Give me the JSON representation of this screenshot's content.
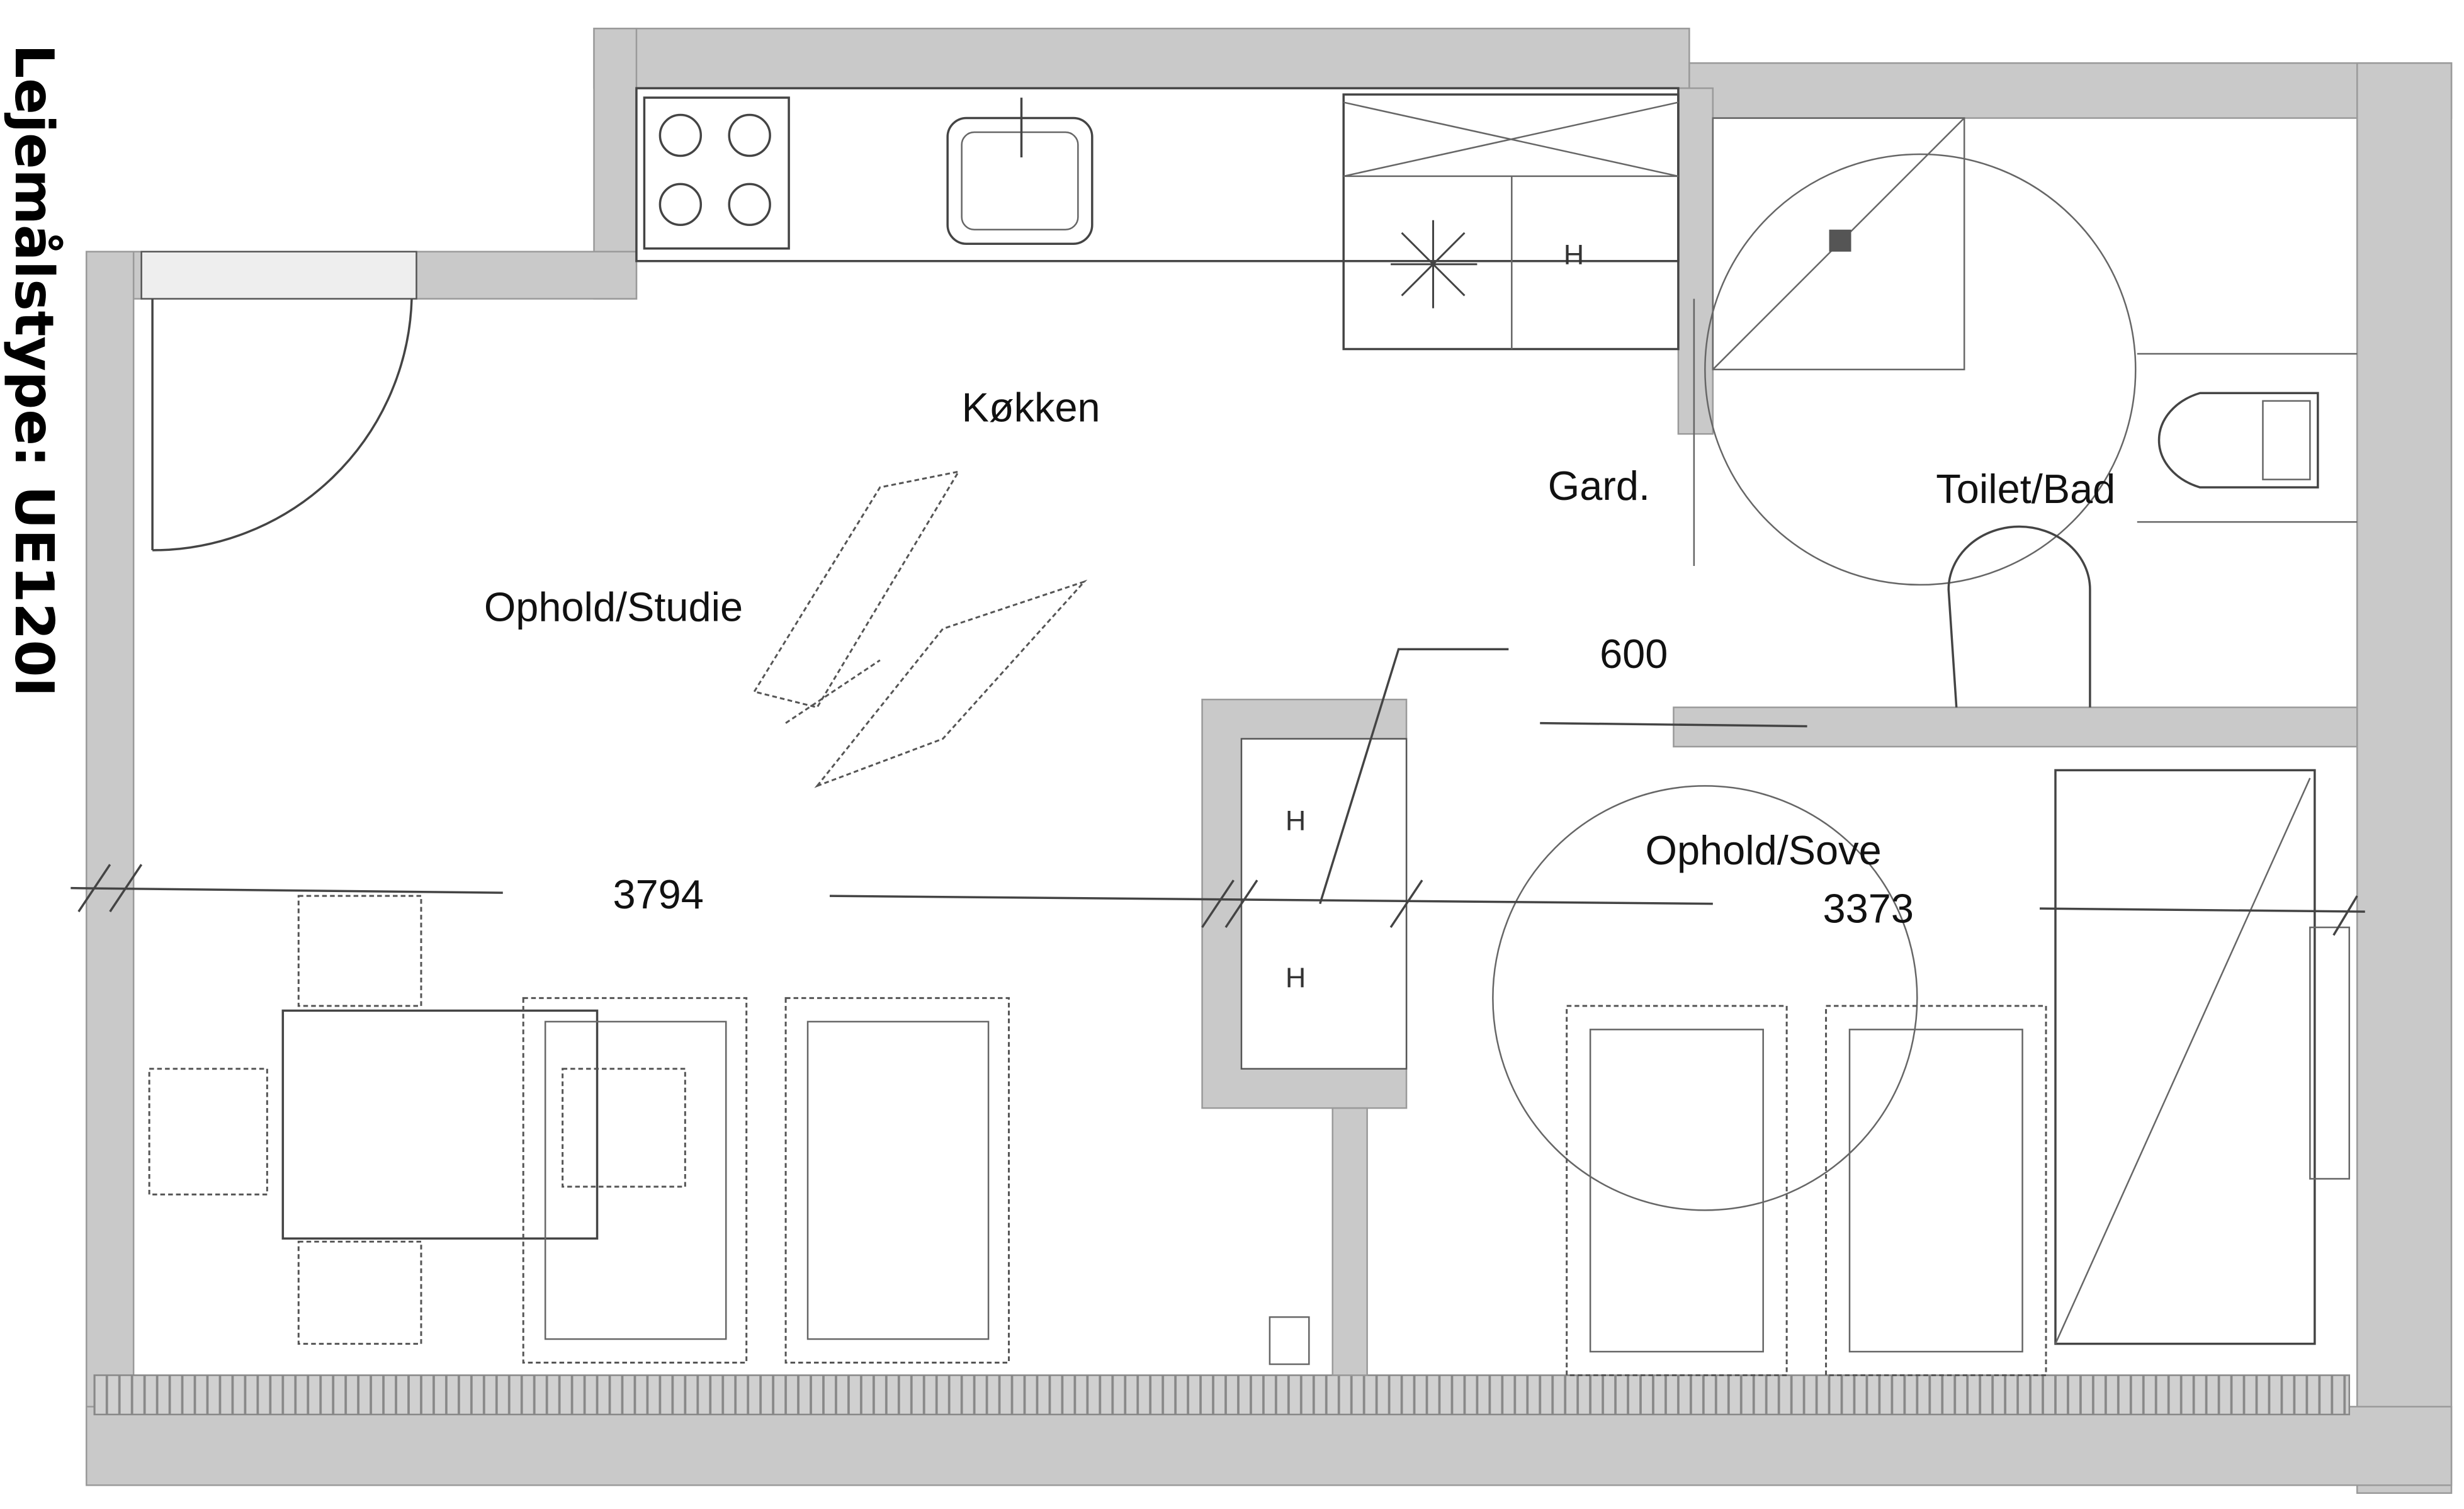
{
  "title": "Lejemålstype: UE120I",
  "rooms": {
    "kitchen": "Køkken",
    "wardrobe": "Gard.",
    "bathroom": "Toilet/Bad",
    "living_study": "Ophold/Studie",
    "living_sleep": "Ophold/Sove"
  },
  "dimensions": {
    "depth": "600",
    "width_left": "3794",
    "width_right": "3373"
  },
  "markers": {
    "h1": "H",
    "h2": "H",
    "h3": "H"
  },
  "colors": {
    "wall": "#c9c9c9",
    "line": "#444444"
  }
}
